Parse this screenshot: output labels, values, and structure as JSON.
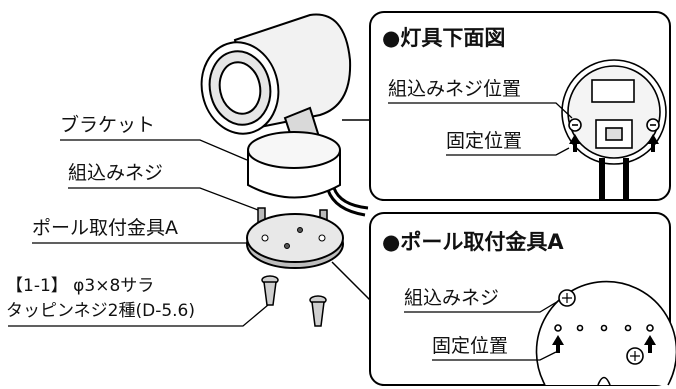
{
  "left_labels": {
    "bracket": "ブラケット",
    "screw_assembly": "組込みネジ",
    "pole_fitting": "ポール取付金具A",
    "screw_spec_line1": "【1-1】 φ3×8サラ",
    "screw_spec_line2": "タッピンネジ2種(D-5.6)"
  },
  "panel_bottom_view": {
    "title": "●灯具下面図",
    "screw_position": "組込みネジ位置",
    "fixed_position": "固定位置"
  },
  "panel_pole_fitting": {
    "title": "●ポール取付金具A",
    "screw_assembly": "組込みネジ",
    "fixed_position": "固定位置"
  }
}
